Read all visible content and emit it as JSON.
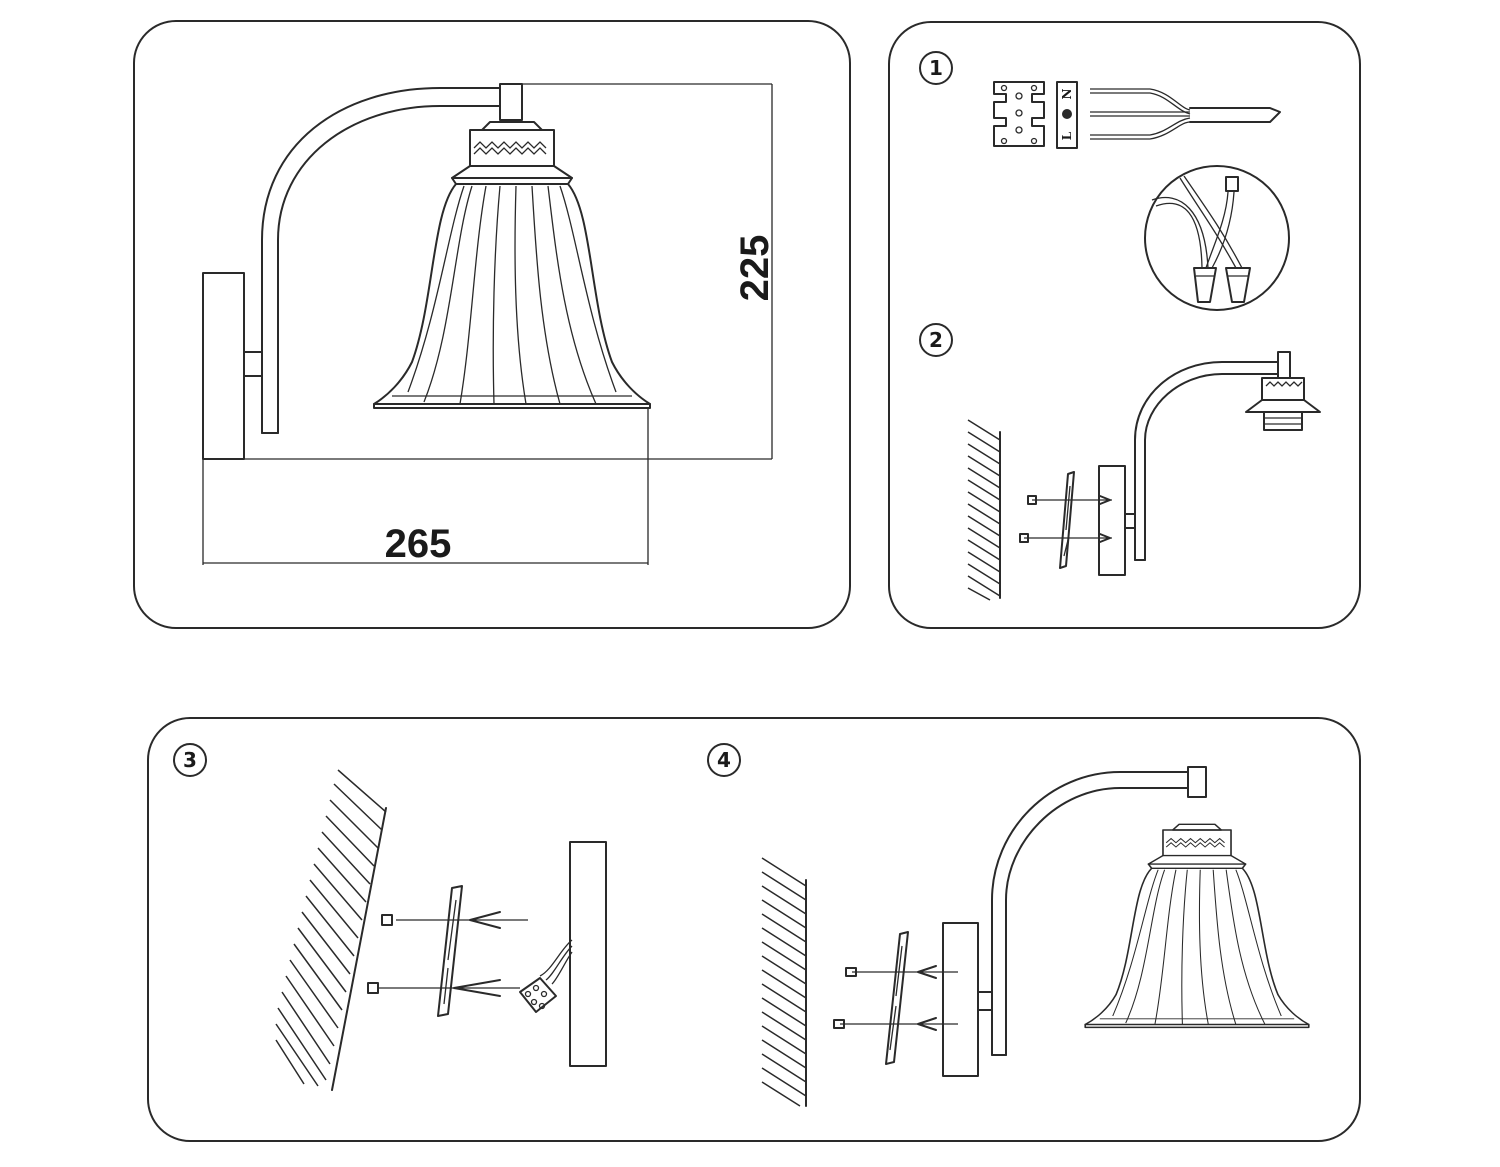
{
  "dimensions": {
    "width": "265",
    "height": "225"
  },
  "steps": [
    "1",
    "2",
    "3",
    "4"
  ],
  "terminal_labels": [
    "L",
    "N"
  ],
  "icons": {
    "ground": "ground-symbol-icon"
  },
  "colors": {
    "line": "#2a2a2a",
    "background": "#ffffff"
  }
}
